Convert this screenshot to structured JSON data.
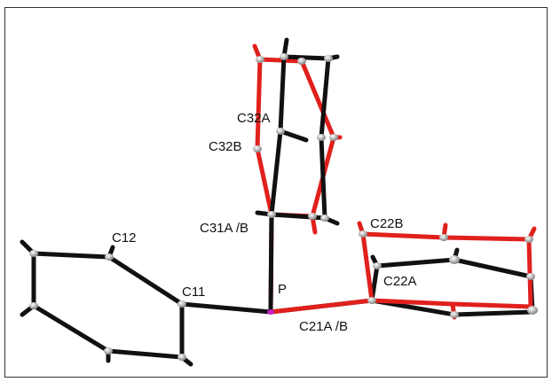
{
  "labels": {
    "c12": "C12",
    "c11": "C11",
    "c32a": "C32A",
    "c32b": "C32B",
    "c31": "C31A /B",
    "p": "P",
    "c22b": "C22B",
    "c22a": "C22A",
    "c21": "C21A /B"
  },
  "colors": {
    "component_a": "#111111",
    "component_b": "#e0201c",
    "atom": "#c8c8c8",
    "phosphorus": "#c020c0"
  }
}
